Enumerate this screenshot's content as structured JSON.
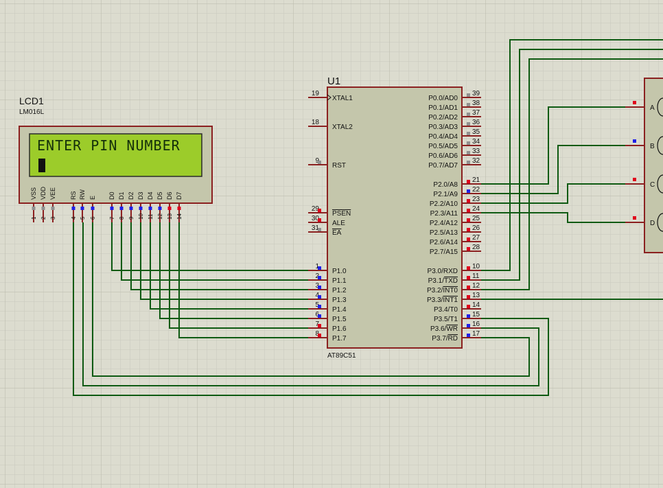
{
  "colors": {
    "background": "#dcdccf",
    "grid_minor": "#c9c9bc",
    "grid_major": "#bcbcae",
    "chip_body": "#c4c6ab",
    "chip_border": "#8b2020",
    "wire": "#0e5a12",
    "pin_line": "#8b2020",
    "lcd_screen": "#9ccc2a",
    "lcd_text": "#14300a",
    "marker_red": "#e0001c",
    "marker_blue": "#2020e8",
    "marker_gray": "#909090"
  },
  "lcd": {
    "ref": "LCD1",
    "model": "LM016L",
    "display_line1": "ENTER PIN NUMBER",
    "pins": [
      {
        "num": "1",
        "name": "VSS"
      },
      {
        "num": "2",
        "name": "VDD"
      },
      {
        "num": "3",
        "name": "VEE"
      },
      {
        "num": "4",
        "name": "RS"
      },
      {
        "num": "5",
        "name": "RW"
      },
      {
        "num": "6",
        "name": "E"
      },
      {
        "num": "7",
        "name": "D0"
      },
      {
        "num": "8",
        "name": "D1"
      },
      {
        "num": "9",
        "name": "D2"
      },
      {
        "num": "10",
        "name": "D3"
      },
      {
        "num": "11",
        "name": "D4"
      },
      {
        "num": "12",
        "name": "D5"
      },
      {
        "num": "13",
        "name": "D6"
      },
      {
        "num": "14",
        "name": "D7"
      }
    ]
  },
  "mcu": {
    "ref": "U1",
    "model": "AT89C51",
    "left_pins": [
      {
        "num": "19",
        "name": "XTAL1"
      },
      {
        "num": "18",
        "name": "XTAL2"
      },
      {
        "num": "9",
        "name": "RST"
      },
      {
        "num": "29",
        "name": "PSEN"
      },
      {
        "num": "30",
        "name": "ALE"
      },
      {
        "num": "31",
        "name": "EA"
      },
      {
        "num": "1",
        "name": "P1.0"
      },
      {
        "num": "2",
        "name": "P1.1"
      },
      {
        "num": "3",
        "name": "P1.2"
      },
      {
        "num": "4",
        "name": "P1.3"
      },
      {
        "num": "5",
        "name": "P1.4"
      },
      {
        "num": "6",
        "name": "P1.5"
      },
      {
        "num": "7",
        "name": "P1.6"
      },
      {
        "num": "8",
        "name": "P1.7"
      }
    ],
    "right_pins": [
      {
        "num": "39",
        "name": "P0.0/AD0"
      },
      {
        "num": "38",
        "name": "P0.1/AD1"
      },
      {
        "num": "37",
        "name": "P0.2/AD2"
      },
      {
        "num": "36",
        "name": "P0.3/AD3"
      },
      {
        "num": "35",
        "name": "P0.4/AD4"
      },
      {
        "num": "34",
        "name": "P0.5/AD5"
      },
      {
        "num": "33",
        "name": "P0.6/AD6"
      },
      {
        "num": "32",
        "name": "P0.7/AD7"
      },
      {
        "num": "21",
        "name": "P2.0/A8"
      },
      {
        "num": "22",
        "name": "P2.1/A9"
      },
      {
        "num": "23",
        "name": "P2.2/A10"
      },
      {
        "num": "24",
        "name": "P2.3/A11"
      },
      {
        "num": "25",
        "name": "P2.4/A12"
      },
      {
        "num": "26",
        "name": "P2.5/A13"
      },
      {
        "num": "27",
        "name": "P2.6/A14"
      },
      {
        "num": "28",
        "name": "P2.7/A15"
      },
      {
        "num": "10",
        "name": "P3.0/RXD"
      },
      {
        "num": "11",
        "name": "P3.1/TXD"
      },
      {
        "num": "12",
        "name": "P3.2/INT0"
      },
      {
        "num": "13",
        "name": "P3.3/INT1"
      },
      {
        "num": "14",
        "name": "P3.4/T0"
      },
      {
        "num": "15",
        "name": "P3.5/T1"
      },
      {
        "num": "16",
        "name": "P3.6/WR"
      },
      {
        "num": "17",
        "name": "P3.7/RD"
      }
    ]
  },
  "keypad": {
    "rows": [
      {
        "name": "A"
      },
      {
        "name": "B"
      },
      {
        "name": "C"
      },
      {
        "name": "D"
      }
    ]
  }
}
